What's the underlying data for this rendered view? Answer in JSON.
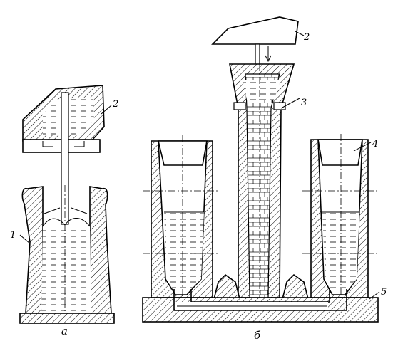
{
  "figure": {
    "callouts": {
      "a_mold": "1",
      "a_ladle": "2",
      "b_ladle": "2",
      "b_center_sprue": "3",
      "b_mold": "4",
      "b_pallet": "5"
    },
    "captions": {
      "left": "а",
      "right": "б"
    }
  }
}
